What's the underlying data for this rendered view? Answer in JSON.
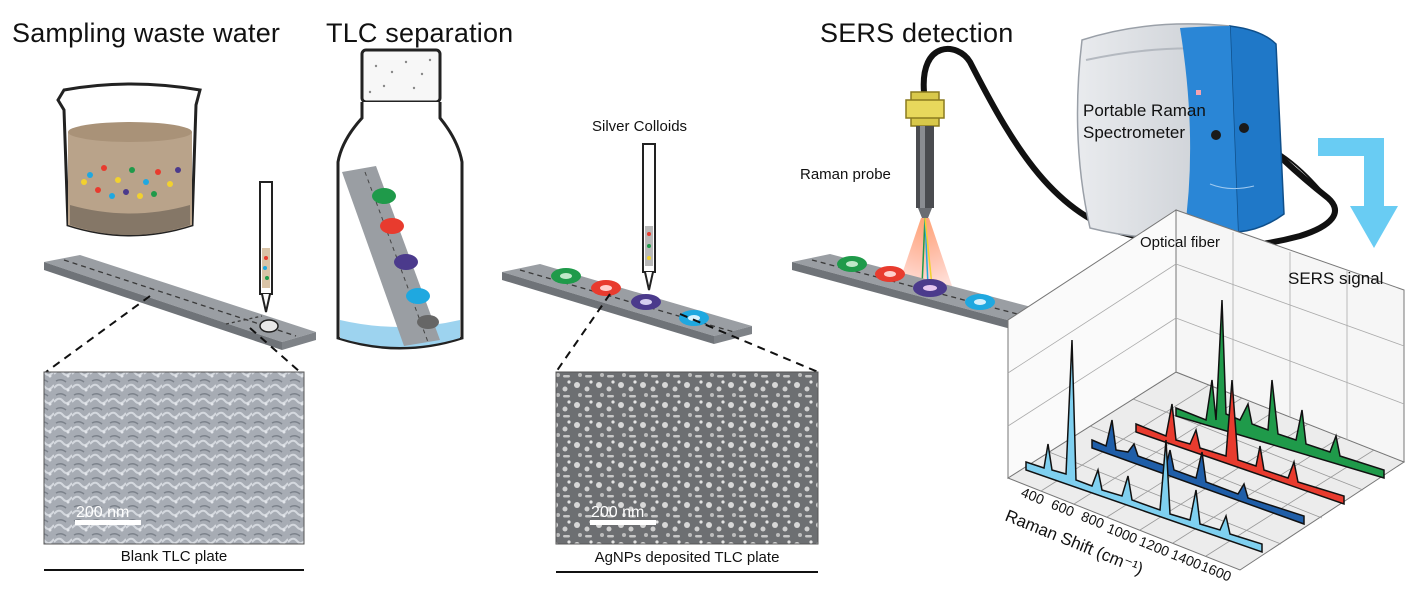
{
  "stages": {
    "sampling": "Sampling waste water",
    "tlc": "TLC separation",
    "sers": "SERS detection"
  },
  "labels": {
    "silver_colloids": "Silver Colloids",
    "raman_probe": "Raman probe",
    "spectrometer_line1": "Portable Raman",
    "spectrometer_line2": "Spectrometer",
    "optical_fiber": "Optical fiber",
    "sers_signal": "SERS signal"
  },
  "sem": {
    "blank_caption": "Blank TLC plate",
    "agnp_caption": "AgNPs deposited TLC plate",
    "scale_bar": "200 nm"
  },
  "spectrum_axis": {
    "label": "Raman Shift (cm⁻¹)",
    "ticks": [
      "400",
      "600",
      "800",
      "1000",
      "1200",
      "1400",
      "1600"
    ]
  },
  "colors": {
    "green": "#1f9a4a",
    "red": "#e83b2e",
    "purple": "#4b3a8c",
    "blue": "#1fa8e0",
    "light_blue": "#7fd0f0",
    "device_blue": "#1f78c8"
  }
}
